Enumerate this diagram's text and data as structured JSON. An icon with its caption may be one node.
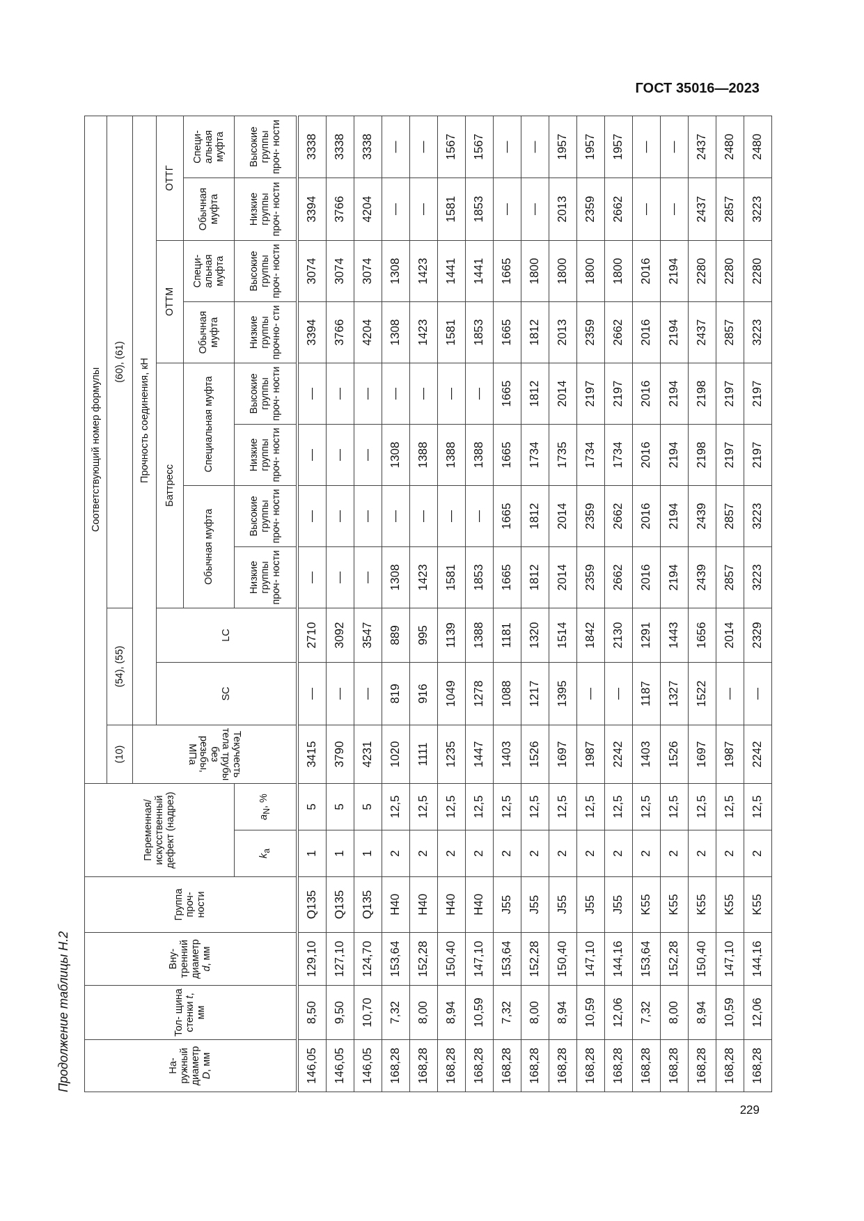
{
  "diagram": {
    "title": "Продолжение таблицы Н.2",
    "labels": [
      "ГОСТ 35016—2023",
      "На- ружный диаметр *D*, мм",
      "Тол- щина стенки *t*, мм",
      "Вну- тренний диаметр *d*, мм",
      "Группа проч- ности",
      "Переменная/ искусственный дефект (надрез)",
      "Соответствующий номер формулы",
      "(10)",
      "(54), (55)",
      "(60), (61)",
      "Текучесть тела трубы без резьбы, МПа",
      "Прочность соединения, кН",
      "SC",
      "LC",
      "Баттресс",
      "ОТТМ",
      "ОТТГ",
      "Обычная муфта",
      "Специальная муфта",
      "Обычная муфта",
      "Специ- альная муфта",
      "Обычная муфта",
      "Специ- альная муфта",
      "*k*$_{a}$",
      "*a*$_{N}$, %",
      "Низкие группы проч- ности",
      "Высокие группы проч- ности",
      "Низкие группы проч- ности",
      "Высокие группы проч- ности",
      "Низкие группы прочно- сти",
      "Высокие группы проч- ности",
      "Низкие группы проч- ности",
      "Высокие группы проч- ности",
      "146,05",
      "8,50",
      "129,10",
      "Q135",
      "1",
      "5",
      "3415",
      "—",
      "2710",
      "—",
      "—",
      "—",
      "—",
      "3394",
      "3074",
      "3394",
      "3338",
      "146,05",
      "9,50",
      "127,10",
      "Q135",
      "1",
      "5",
      "3790",
      "—",
      "3092",
      "—",
      "—",
      "—",
      "—",
      "3766",
      "3074",
      "3766",
      "3338",
      "146,05",
      "10,70",
      "124,70",
      "Q135",
      "1",
      "5",
      "4231",
      "—",
      "3547",
      "—",
      "—",
      "—",
      "—",
      "4204",
      "3074",
      "4204",
      "3338",
      "168,28",
      "7,32",
      "153,64",
      "H40",
      "2",
      "12,5",
      "1020",
      "819",
      "889",
      "1308",
      "—",
      "1308",
      "—",
      "1308",
      "1308",
      "—",
      "—",
      "168,28",
      "8,00",
      "152,28",
      "H40",
      "2",
      "12,5",
      "1111",
      "916",
      "995",
      "1423",
      "—",
      "1388",
      "—",
      "1423",
      "1423",
      "—",
      "—",
      "168,28",
      "8,94",
      "150,40",
      "H40",
      "2",
      "12,5",
      "1235",
      "1049",
      "1139",
      "1581",
      "—",
      "1388",
      "—",
      "1581",
      "1441",
      "1581",
      "1567",
      "168,28",
      "10,59",
      "147,10",
      "H40",
      "2",
      "12,5",
      "1447",
      "1278",
      "1388",
      "1853",
      "—",
      "1388",
      "—",
      "1853",
      "1441",
      "1853",
      "1567",
      "168,28",
      "7,32",
      "153,64",
      "J55",
      "2",
      "12,5",
      "1403",
      "1088",
      "1181",
      "1665",
      "1665",
      "1665",
      "1665",
      "1665",
      "1665",
      "—",
      "—",
      "168,28",
      "8,00",
      "152,28",
      "J55",
      "2",
      "12,5",
      "1526",
      "1217",
      "1320",
      "1812",
      "1812",
      "1734",
      "1812",
      "1812",
      "1800",
      "—",
      "—",
      "168,28",
      "8,94",
      "150,40",
      "J55",
      "2",
      "12,5",
      "1697",
      "1395",
      "1514",
      "2014",
      "2014",
      "1735",
      "2014",
      "2013",
      "1800",
      "2013",
      "1957",
      "168,28",
      "10,59",
      "147,10",
      "J55",
      "2",
      "12,5",
      "1987",
      "—",
      "1842",
      "2359",
      "2359",
      "1734",
      "2197",
      "2359",
      "1800",
      "2359",
      "1957",
      "168,28",
      "12,06",
      "144,16",
      "J55",
      "2",
      "12,5",
      "2242",
      "—",
      "2130",
      "2662",
      "2662",
      "1734",
      "2197",
      "2662",
      "1800",
      "2662",
      "1957",
      "168,28",
      "7,32",
      "153,64",
      "K55",
      "2",
      "12,5",
      "1403",
      "1187",
      "1291",
      "2016",
      "2016",
      "2016",
      "2016",
      "2016",
      "2016",
      "—",
      "—",
      "168,28",
      "8,00",
      "152,28",
      "K55",
      "2",
      "12,5",
      "1526",
      "1327",
      "1443",
      "2194",
      "2194",
      "2194",
      "2194",
      "2194",
      "2194",
      "—",
      "—",
      "168,28",
      "8,94",
      "150,40",
      "K55",
      "2",
      "12,5",
      "1697",
      "1522",
      "1656",
      "2439",
      "2439",
      "2198",
      "2198",
      "2437",
      "2280",
      "2437",
      "2437",
      "168,28",
      "10,59",
      "147,10",
      "K55",
      "2",
      "12,5",
      "1987",
      "—",
      "2014",
      "2857",
      "2857",
      "2197",
      "2197",
      "2857",
      "2280",
      "2857",
      "2480",
      "168,28",
      "12,06",
      "144,16",
      "K55",
      "2",
      "12,5",
      "2242",
      "—",
      "2329",
      "3223",
      "3223",
      "2197",
      "2197",
      "3223",
      "2280",
      "3223",
      "2480",
      "229"
    ]
  }
}
